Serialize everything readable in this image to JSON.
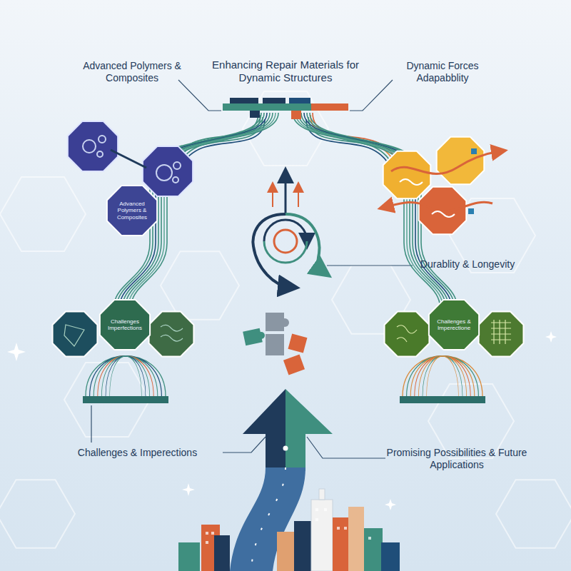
{
  "diagram": {
    "title": "Enhancing Repair Materials for Dynamic Structures",
    "nodes": [
      {
        "text": [
          "Advanced Polymers & Composites"
        ]
      },
      {
        "text": [
          "Challenges Imperfections"
        ]
      },
      {
        "text": [
          "Challenges & Imperectione"
        ]
      }
    ],
    "labels": [
      "Advanced Polymers & Composites",
      "Dynamic Forces Adapabblity",
      "Durablity & Longevity",
      "Challenges & Imperections",
      "Promising Possibilities & Future Applications"
    ]
  }
}
